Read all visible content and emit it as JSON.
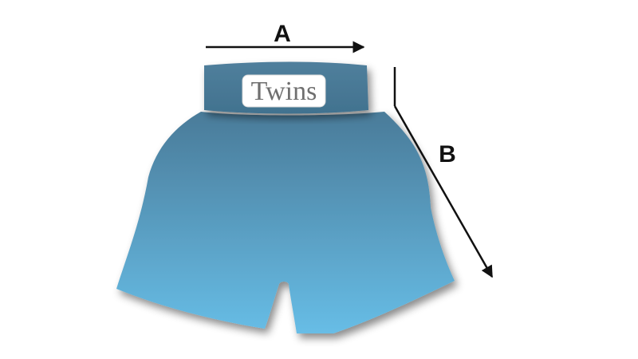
{
  "diagram": {
    "dimension_a_label": "A",
    "dimension_b_label": "B",
    "brand_text": "Twins"
  },
  "colors": {
    "shorts_top": "#4a7b99",
    "shorts_bottom": "#67bde6",
    "waistband": "#487896",
    "arrow": "#111111",
    "brand_patch": "#ffffff"
  }
}
